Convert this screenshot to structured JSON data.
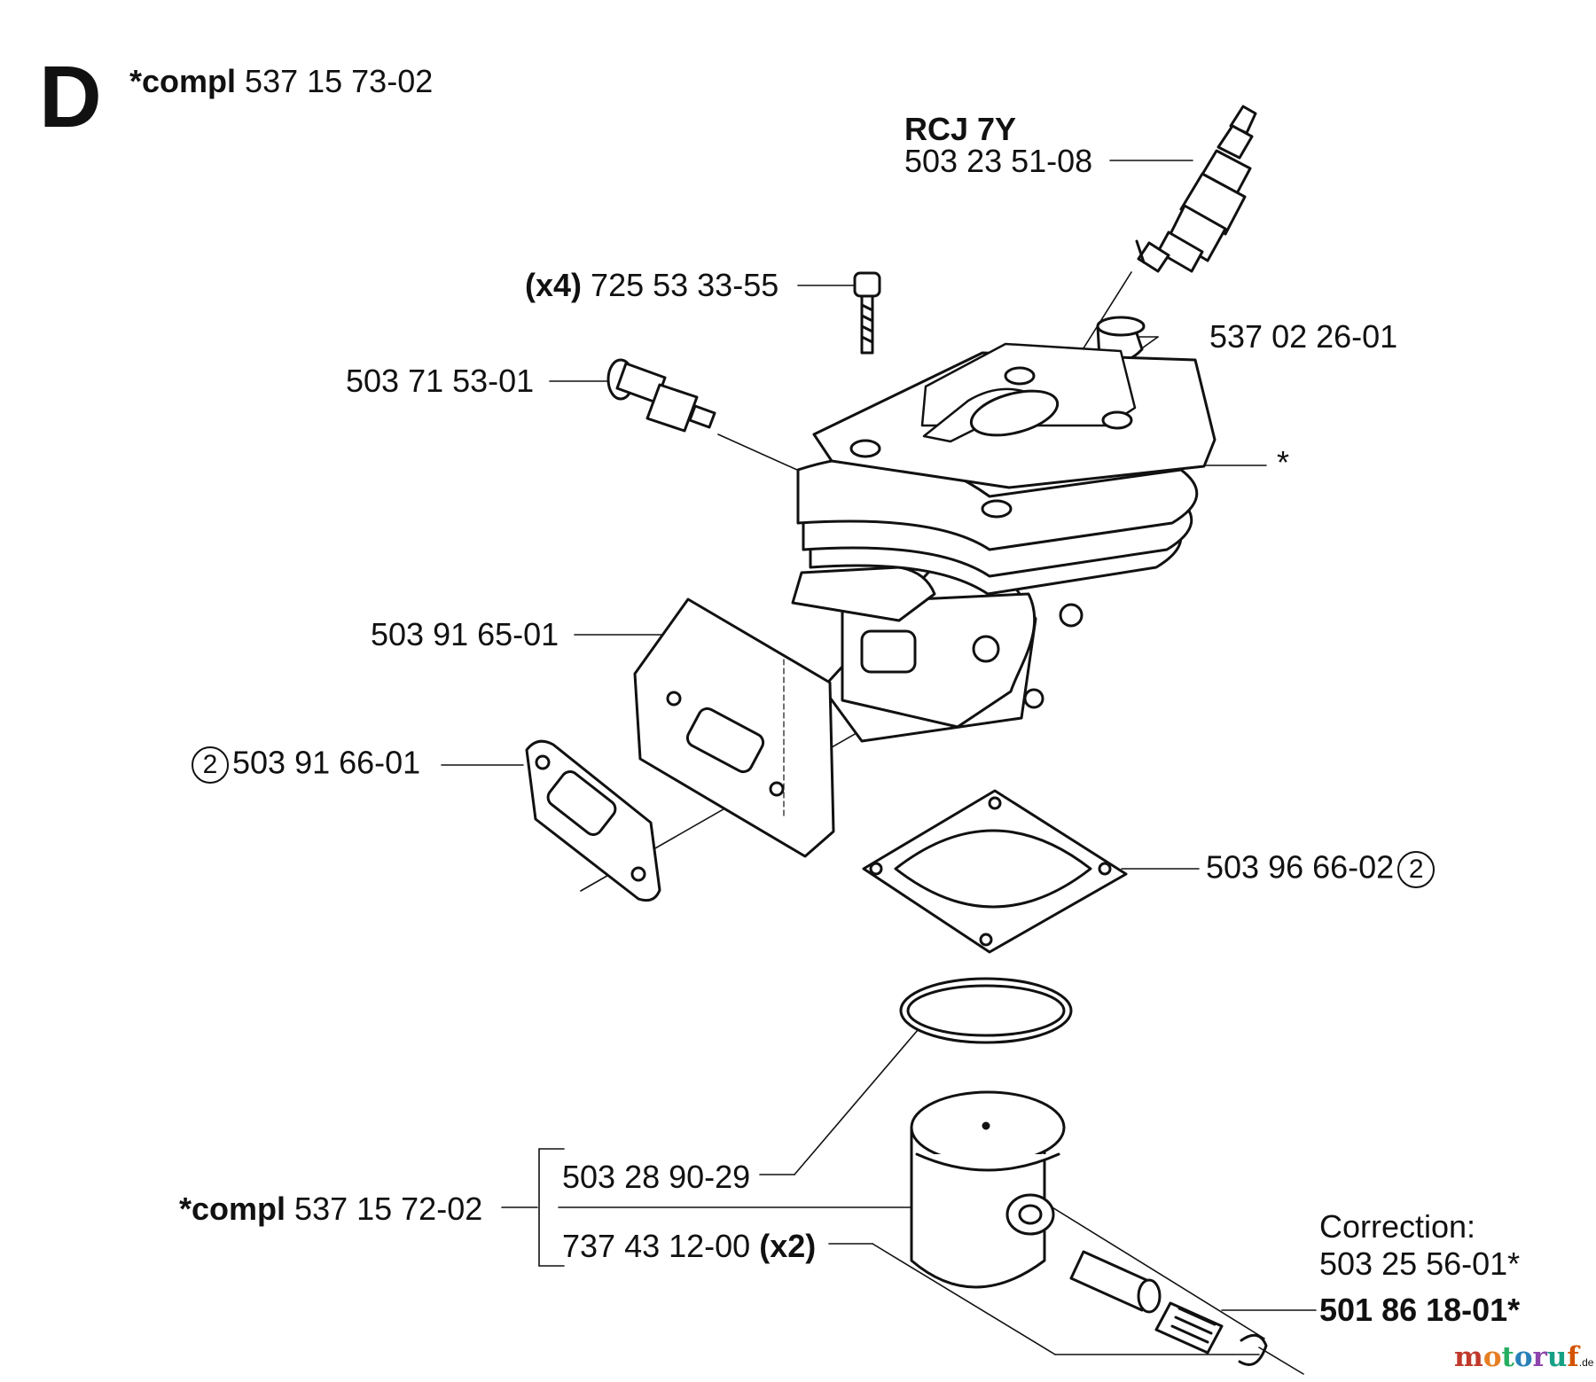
{
  "section_letter": "D",
  "header": {
    "prefix": "*compl",
    "number": "537 15 73-02"
  },
  "spark_plug": {
    "type": "RCJ 7Y",
    "number": "503 23 51-08"
  },
  "screw": {
    "qty": "(x4)",
    "number": "725 53 33-55"
  },
  "decompression_valve": {
    "number": "503 71 53-01"
  },
  "cap": {
    "number": "537 02 26-01"
  },
  "cylinder_marker": "*",
  "heat_shield": {
    "number": "503 91 65-01"
  },
  "muffler_gasket": {
    "circle": "2",
    "number": "503 91 66-01"
  },
  "cylinder_gasket": {
    "number": "503 96 66-02",
    "circle": "2"
  },
  "piston_assembly": {
    "prefix": "*compl",
    "number": "537 15 72-02"
  },
  "piston_ring": {
    "number": "503 28 90-29"
  },
  "circlip": {
    "number": "737 43 12-00",
    "qty": "(x2)"
  },
  "correction": {
    "title": "Correction:",
    "old_number": "503 25 56-01*",
    "new_number": "501 86 18-01*"
  },
  "watermark": {
    "letters": [
      "m",
      "o",
      "t",
      "o",
      "r",
      "u",
      "f"
    ],
    "domain": ".de",
    "colors": [
      "#c0392b",
      "#e67e22",
      "#27ae60",
      "#2980b9",
      "#8e44ad",
      "#16a085",
      "#d35400"
    ]
  }
}
